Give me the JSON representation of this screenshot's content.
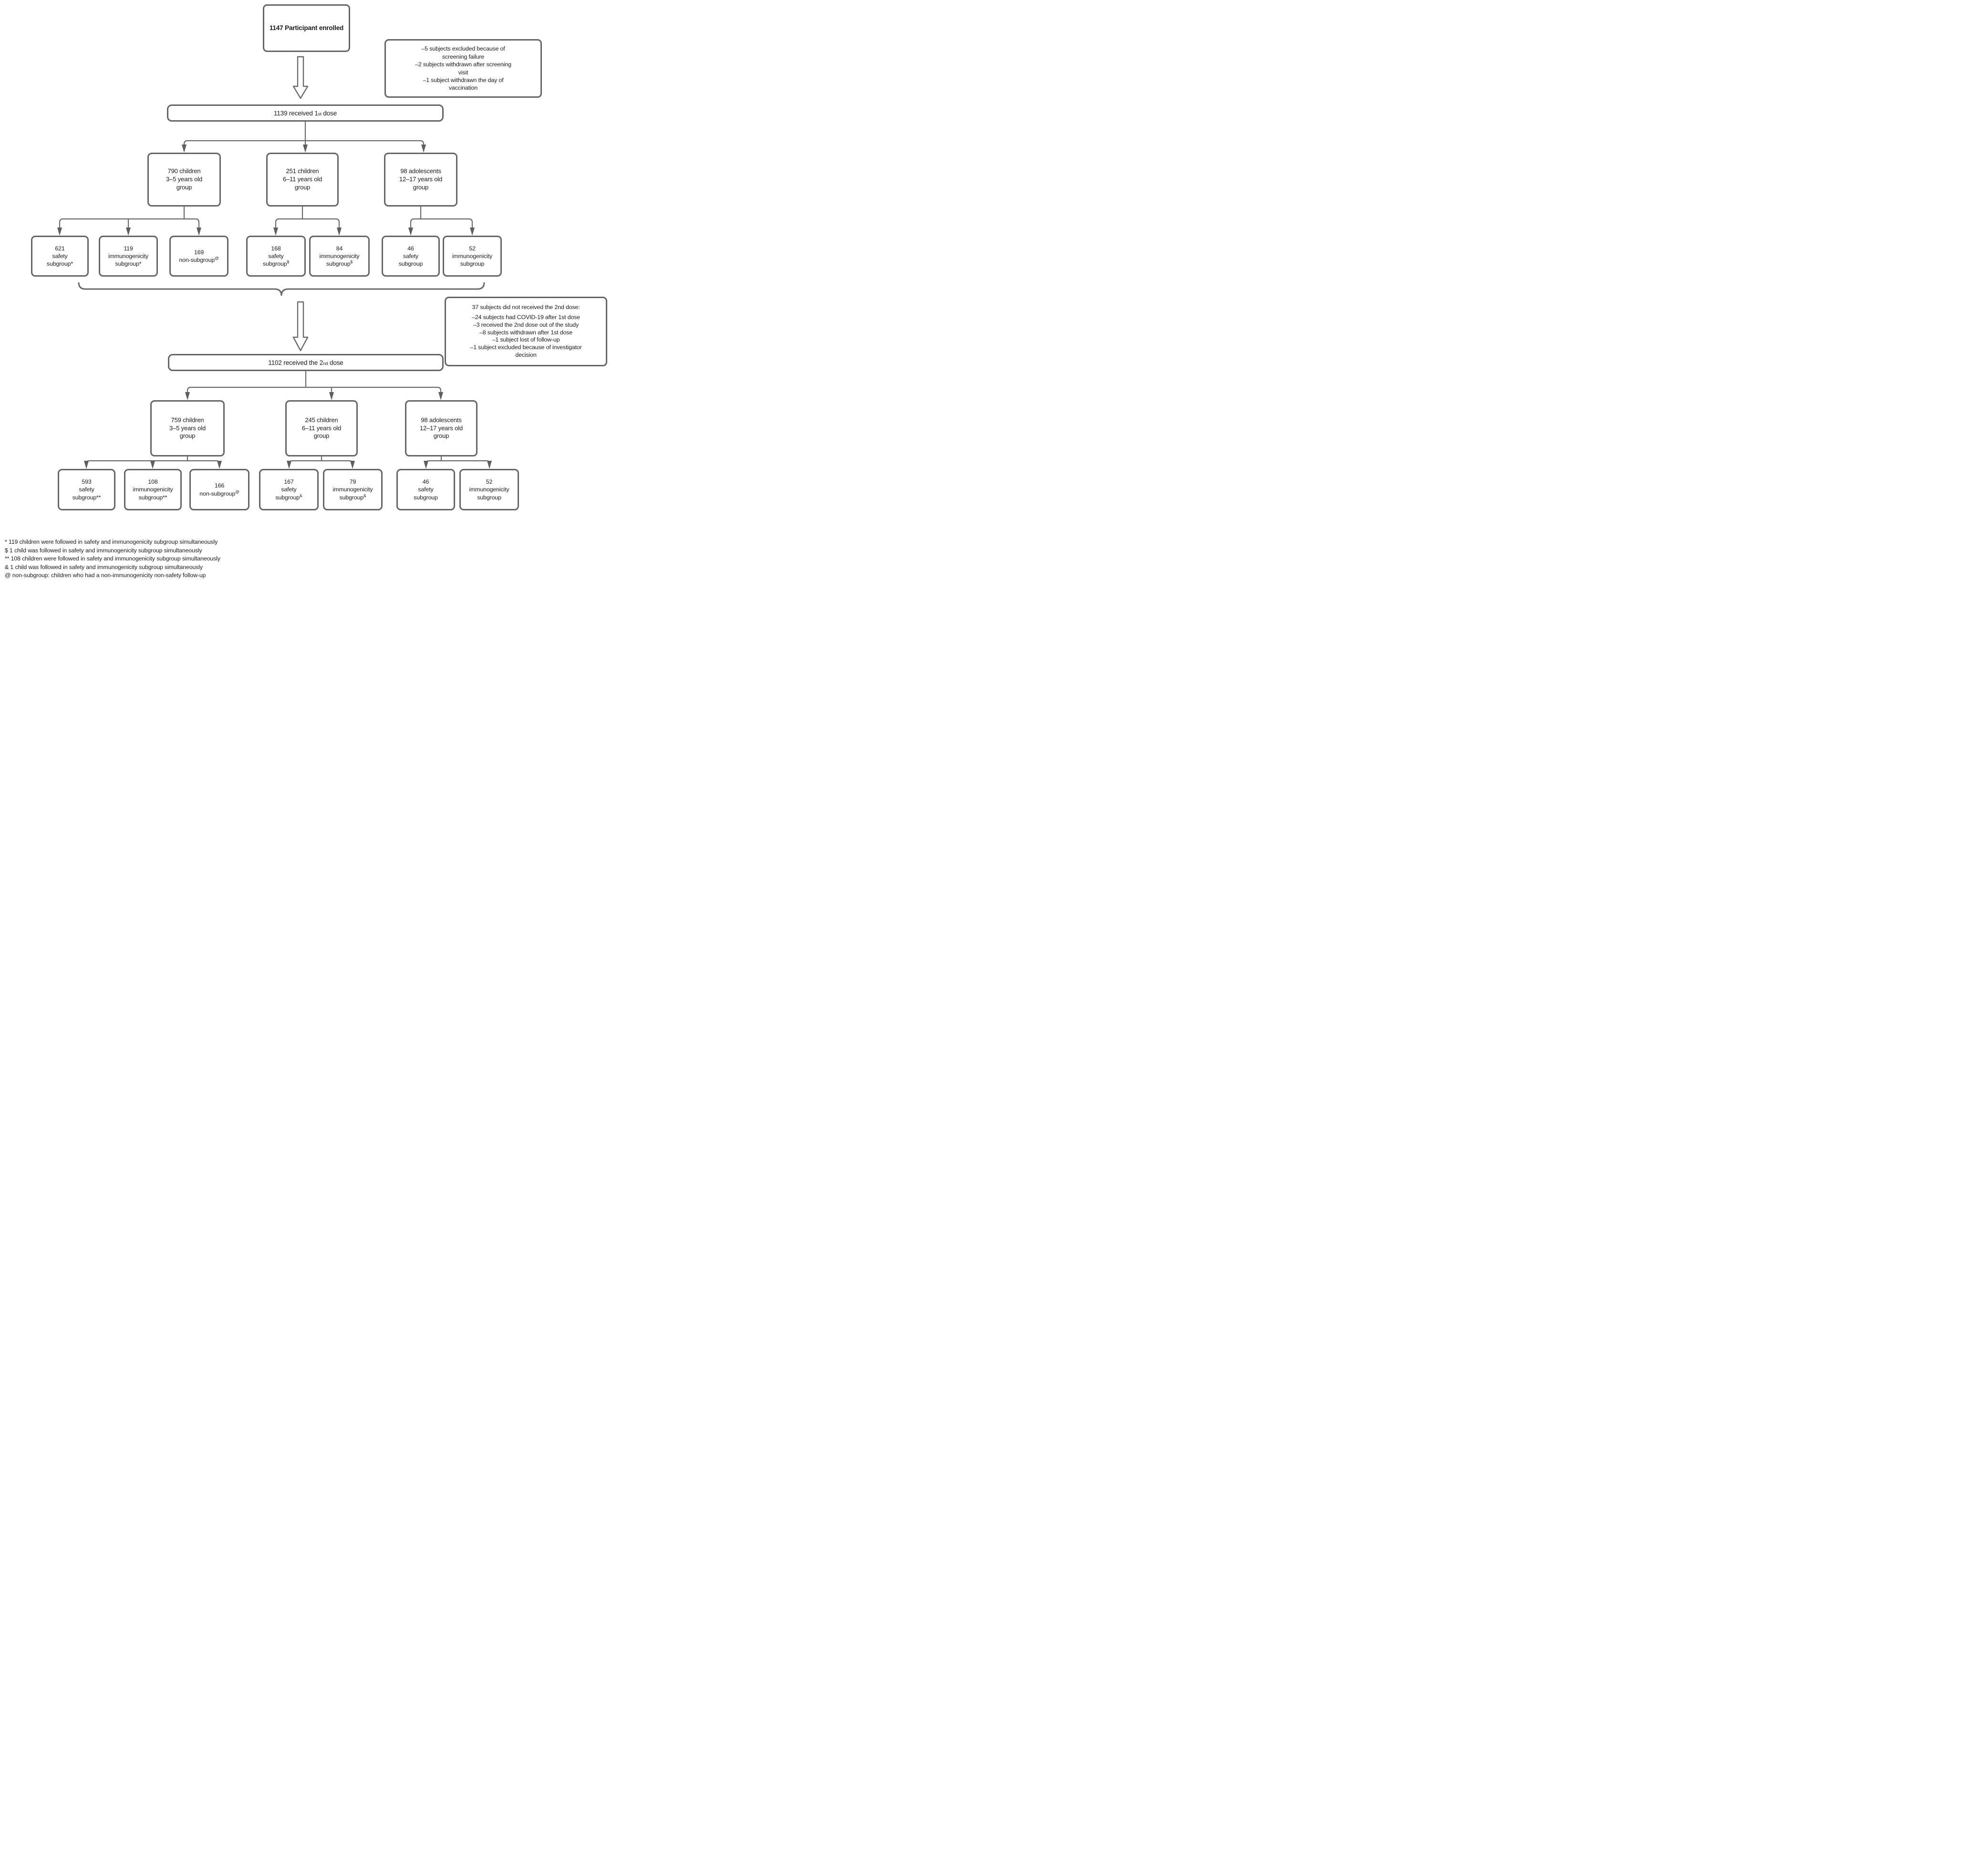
{
  "flow": {
    "enrolled": {
      "label": "1147 Participant enrolled"
    },
    "exclusions_dose1": {
      "items": [
        "–5 subjects excluded because of\nscreening failure",
        "–2 subjects withdrawn after screening\nvisit",
        "–1 subject withdrawn the day of\nvaccination"
      ]
    },
    "dose1": {
      "prefix": "1139 received 1",
      "ordinal": "st",
      "suffix": " dose"
    },
    "tier1_groups": [
      {
        "label": "790 children\n3–5 years old\ngroup"
      },
      {
        "label": "251 children\n6–11 years old\ngroup"
      },
      {
        "label": "98 adolescents\n12–17 years old\ngroup"
      }
    ],
    "tier1_subgroups": [
      {
        "count": "621",
        "line2": "safety",
        "line3": "subgroup*",
        "sup": ""
      },
      {
        "count": "119",
        "line2": "immunogenicity",
        "line3": "subgroup*",
        "sup": ""
      },
      {
        "count": "169",
        "line2": "non-subgroup",
        "sup": "@"
      },
      {
        "count": "168",
        "line2": "safety",
        "line3": "subgroup",
        "sup": "$"
      },
      {
        "count": "84",
        "line2": "immunogenicity",
        "line3": "subgroup",
        "sup": "$"
      },
      {
        "count": "46",
        "line2": "safety",
        "line3": "subgroup",
        "sup": ""
      },
      {
        "count": "52",
        "line2": "immunogenicity",
        "line3": "subgroup",
        "sup": ""
      }
    ],
    "exclusions_dose2": {
      "title": "37 subjects did not received the 2nd dose:",
      "items": [
        "–24 subjects had COVID-19 after 1st dose",
        "–3 received the 2nd dose out of the study",
        "–8 subjects withdrawn after 1st dose",
        "–1 subject lost of follow-up",
        "–1 subject excluded because of investigator\ndecision"
      ]
    },
    "dose2": {
      "prefix": "1102 received the 2",
      "ordinal": "nd",
      "suffix": " dose"
    },
    "tier2_groups": [
      {
        "label": "759 children\n3–5 years old\ngroup"
      },
      {
        "label": "245 children\n6–11 years old\ngroup"
      },
      {
        "label": "98 adolescents\n12–17 years old\ngroup"
      }
    ],
    "tier2_subgroups": [
      {
        "count": "593",
        "line2": "safety",
        "line3": "subgroup**",
        "sup": ""
      },
      {
        "count": "108",
        "line2": "immunogenicity",
        "line3": "subgroup**",
        "sup": ""
      },
      {
        "count": "166",
        "line2": "non-subgroup",
        "sup": "@"
      },
      {
        "count": "167",
        "line2": "safety",
        "line3": "subgroup",
        "sup": "&"
      },
      {
        "count": "79",
        "line2": "immunogenicity",
        "line3": "subgroup",
        "sup": "&"
      },
      {
        "count": "46",
        "line2": "safety",
        "line3": "subgroup",
        "sup": ""
      },
      {
        "count": "52",
        "line2": "immunogenicity",
        "line3": "subgroup",
        "sup": ""
      }
    ],
    "footnotes": [
      "* 119 children were followed in safety and immunogenicity subgroup simultaneously",
      "$ 1 child  was followed in safety and immunogenicity subgroup simultaneously",
      "** 108 children were followed in safety and immunogenicity subgroup simultaneously",
      "& 1 child  was followed in safety and immunogenicity subgroup simultaneously",
      "@ non-subgroup: children who had a non-immunogenicity non-safety follow-up"
    ]
  },
  "colors": {
    "border": "#656565",
    "line": "#6a6a6a",
    "arrowhead": "#5e5e5e",
    "text": "#1a1a1a",
    "background": "#ffffff"
  }
}
